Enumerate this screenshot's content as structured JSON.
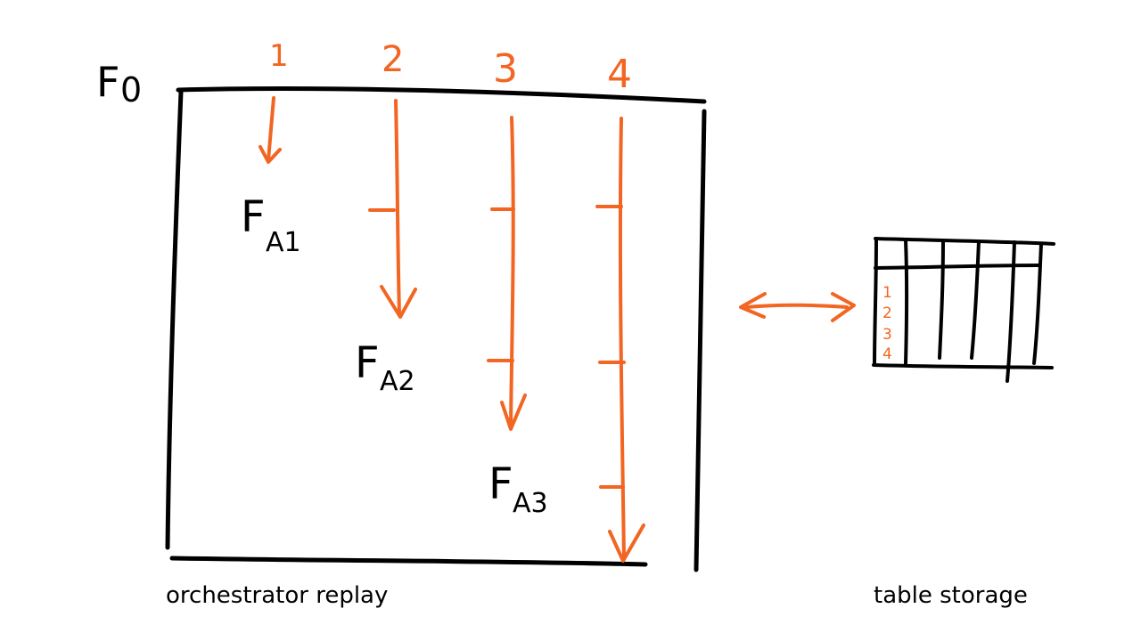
{
  "labels": {
    "outer_function": {
      "main": "F",
      "sub": "0"
    },
    "activities": [
      {
        "main": "F",
        "sub": "A1"
      },
      {
        "main": "F",
        "sub": "A2"
      },
      {
        "main": "F",
        "sub": "A3"
      }
    ],
    "replay_numbers": [
      "1",
      "2",
      "3",
      "4"
    ],
    "table_rows": [
      "1",
      "2",
      "3",
      "4"
    ]
  },
  "captions": {
    "left": "orchestrator replay",
    "right": "table storage"
  },
  "colors": {
    "ink": "#000000",
    "accent": "#f26522"
  }
}
